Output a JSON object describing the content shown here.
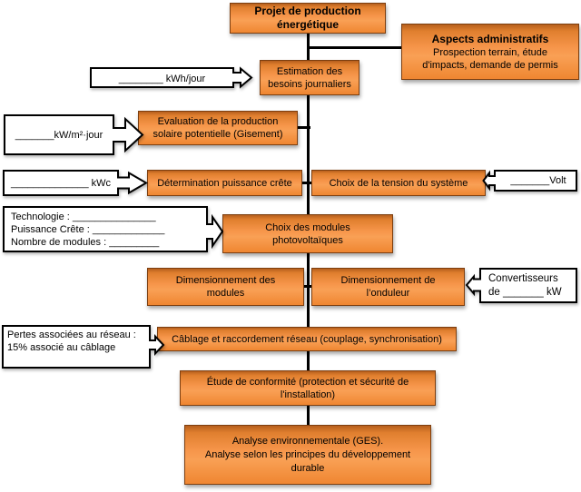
{
  "diagram": {
    "title": "Projet de production énergétique - flowchart",
    "nodes": {
      "projet": {
        "lines": [
          "Projet de production",
          "énergétique"
        ]
      },
      "aspects": {
        "title": "Aspects administratifs",
        "lines": [
          "Prospection terrain, étude",
          "d'impacts, demande de permis"
        ]
      },
      "estimation": {
        "lines": [
          "Estimation des",
          "besoins journaliers"
        ]
      },
      "evaluation": {
        "lines": [
          "Evaluation de la production",
          "solaire potentielle (Gisement)"
        ]
      },
      "determination": {
        "lines": [
          "Détermination puissance crête"
        ]
      },
      "tension": {
        "lines": [
          "Choix de la tension du système"
        ]
      },
      "modules": {
        "lines": [
          "Choix des modules",
          "photovoltaïques"
        ]
      },
      "dim_modules": {
        "lines": [
          "Dimensionnement des",
          "modules"
        ]
      },
      "dim_onduleur": {
        "lines": [
          "Dimensionnement de",
          "l’onduleur"
        ]
      },
      "cablage": {
        "lines": [
          "Câblage et raccordement réseau (couplage, synchronisation)"
        ]
      },
      "conformite": {
        "lines": [
          "Étude de conformité (protection et sécurité de",
          "l'installation)"
        ]
      },
      "analyse": {
        "lines": [
          "Analyse environnementale (GES).",
          "Analyse selon les principes du développement",
          "durable"
        ]
      }
    },
    "callouts": {
      "kwh": {
        "lines": [
          "________ kWh/jour"
        ]
      },
      "kwm2": {
        "lines": [
          "_______kW/m²·jour"
        ]
      },
      "kwc": {
        "lines": [
          "______________ kWc"
        ]
      },
      "techno": {
        "lines": [
          "Technologie :  _______________",
          "Puissance Crête :  _____________",
          "Nombre de modules :  _________"
        ]
      },
      "volt": {
        "lines": [
          "_______Volt"
        ]
      },
      "convert": {
        "lines": [
          "Convertisseurs",
          "de  _______ kW"
        ]
      },
      "pertes": {
        "lines": [
          "Pertes associées au réseau :",
          "15% associé au câblage"
        ]
      }
    },
    "colors": {
      "node_fill_light": "#f9a055",
      "node_fill_dark": "#ef8631",
      "node_border": "#7d3f10",
      "connector": "#000000",
      "callout_fill": "#ffffff",
      "callout_border": "#000000"
    }
  }
}
